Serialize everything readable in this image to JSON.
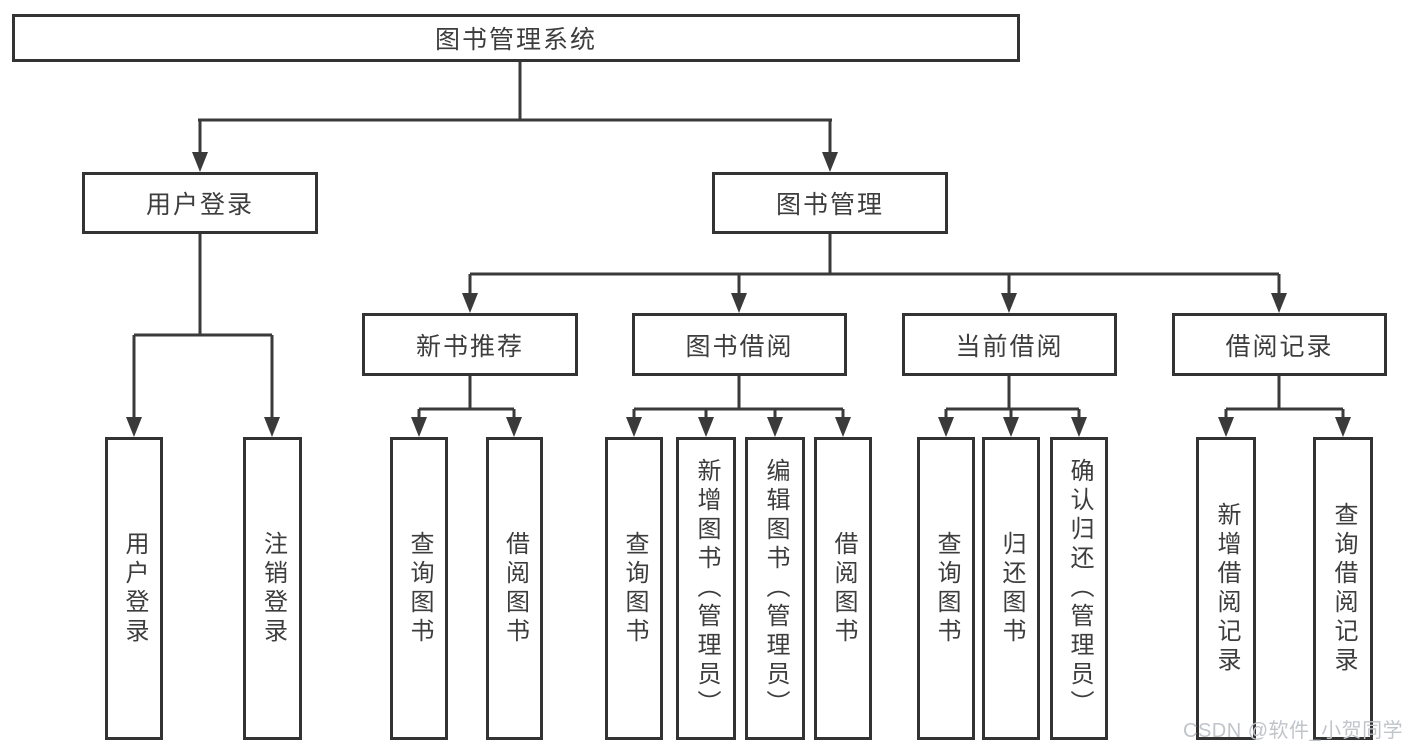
{
  "colors": {
    "line": "#3a3a3a",
    "box_border": "#333333",
    "text": "#3d3d3d",
    "watermark": "#c0c5cb",
    "background": "#ffffff"
  },
  "tree": {
    "root": "图书管理系统",
    "level2": [
      {
        "label": "用户登录"
      },
      {
        "label": "图书管理"
      }
    ],
    "level3": [
      {
        "label": "新书推荐"
      },
      {
        "label": "图书借阅"
      },
      {
        "label": "当前借阅"
      },
      {
        "label": "借阅记录"
      }
    ],
    "leaves": [
      {
        "label": "用户登录"
      },
      {
        "label": "注销登录"
      },
      {
        "label": "查询图书"
      },
      {
        "label": "借阅图书"
      },
      {
        "label": "查询图书"
      },
      {
        "label": "新增图书（管理员）"
      },
      {
        "label": "编辑图书（管理员）"
      },
      {
        "label": "借阅图书"
      },
      {
        "label": "查询图书"
      },
      {
        "label": "归还图书"
      },
      {
        "label": "确认归还（管理员）"
      },
      {
        "label": "新增借阅记录"
      },
      {
        "label": "查询借阅记录"
      }
    ]
  },
  "watermark": {
    "text": "CSDN @软件_小贺同学"
  }
}
